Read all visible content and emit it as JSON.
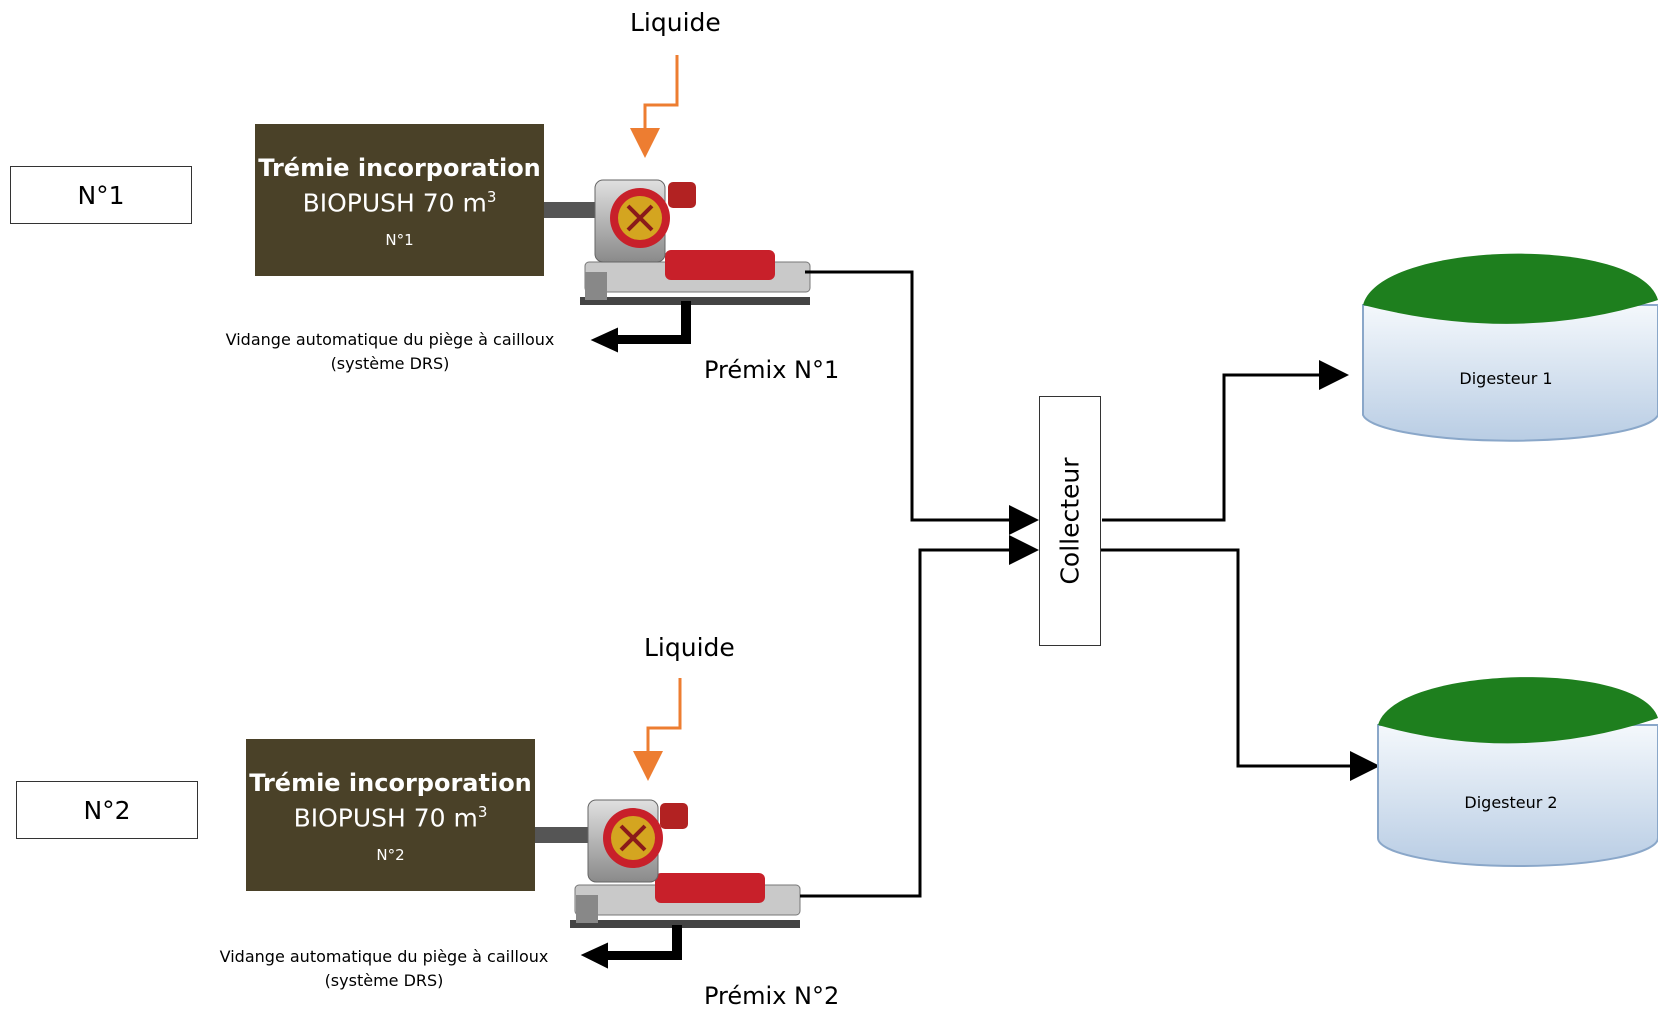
{
  "lines": [
    {
      "id": "1",
      "label": "N°1",
      "hopper": {
        "title": "Trémie incorporation",
        "model": "BIOPUSH 70 m",
        "model_sup": "3",
        "number": "N°1"
      },
      "liquid_label": "Liquide",
      "premix_label": "Prémix N°1",
      "drain_label_1": "Vidange automatique du piège à cailloux",
      "drain_label_2": "(système DRS)"
    },
    {
      "id": "2",
      "label": "N°2",
      "hopper": {
        "title": "Trémie incorporation",
        "model": "BIOPUSH 70 m",
        "model_sup": "3",
        "number": "N°2"
      },
      "liquid_label": "Liquide",
      "premix_label": "Prémix N°2",
      "drain_label_1": "Vidange automatique du piège à cailloux",
      "drain_label_2": "(système DRS)"
    }
  ],
  "collector": {
    "label": "Collecteur"
  },
  "digesters": [
    {
      "label": "Digesteur 1"
    },
    {
      "label": "Digesteur 2"
    }
  ],
  "colors": {
    "hopper_bg": "#4a4128",
    "liquid_arrow": "#ed7d31",
    "flow_line": "#000000",
    "digester_dome": "#1e7f1e",
    "digester_body": "#dce8f4"
  }
}
